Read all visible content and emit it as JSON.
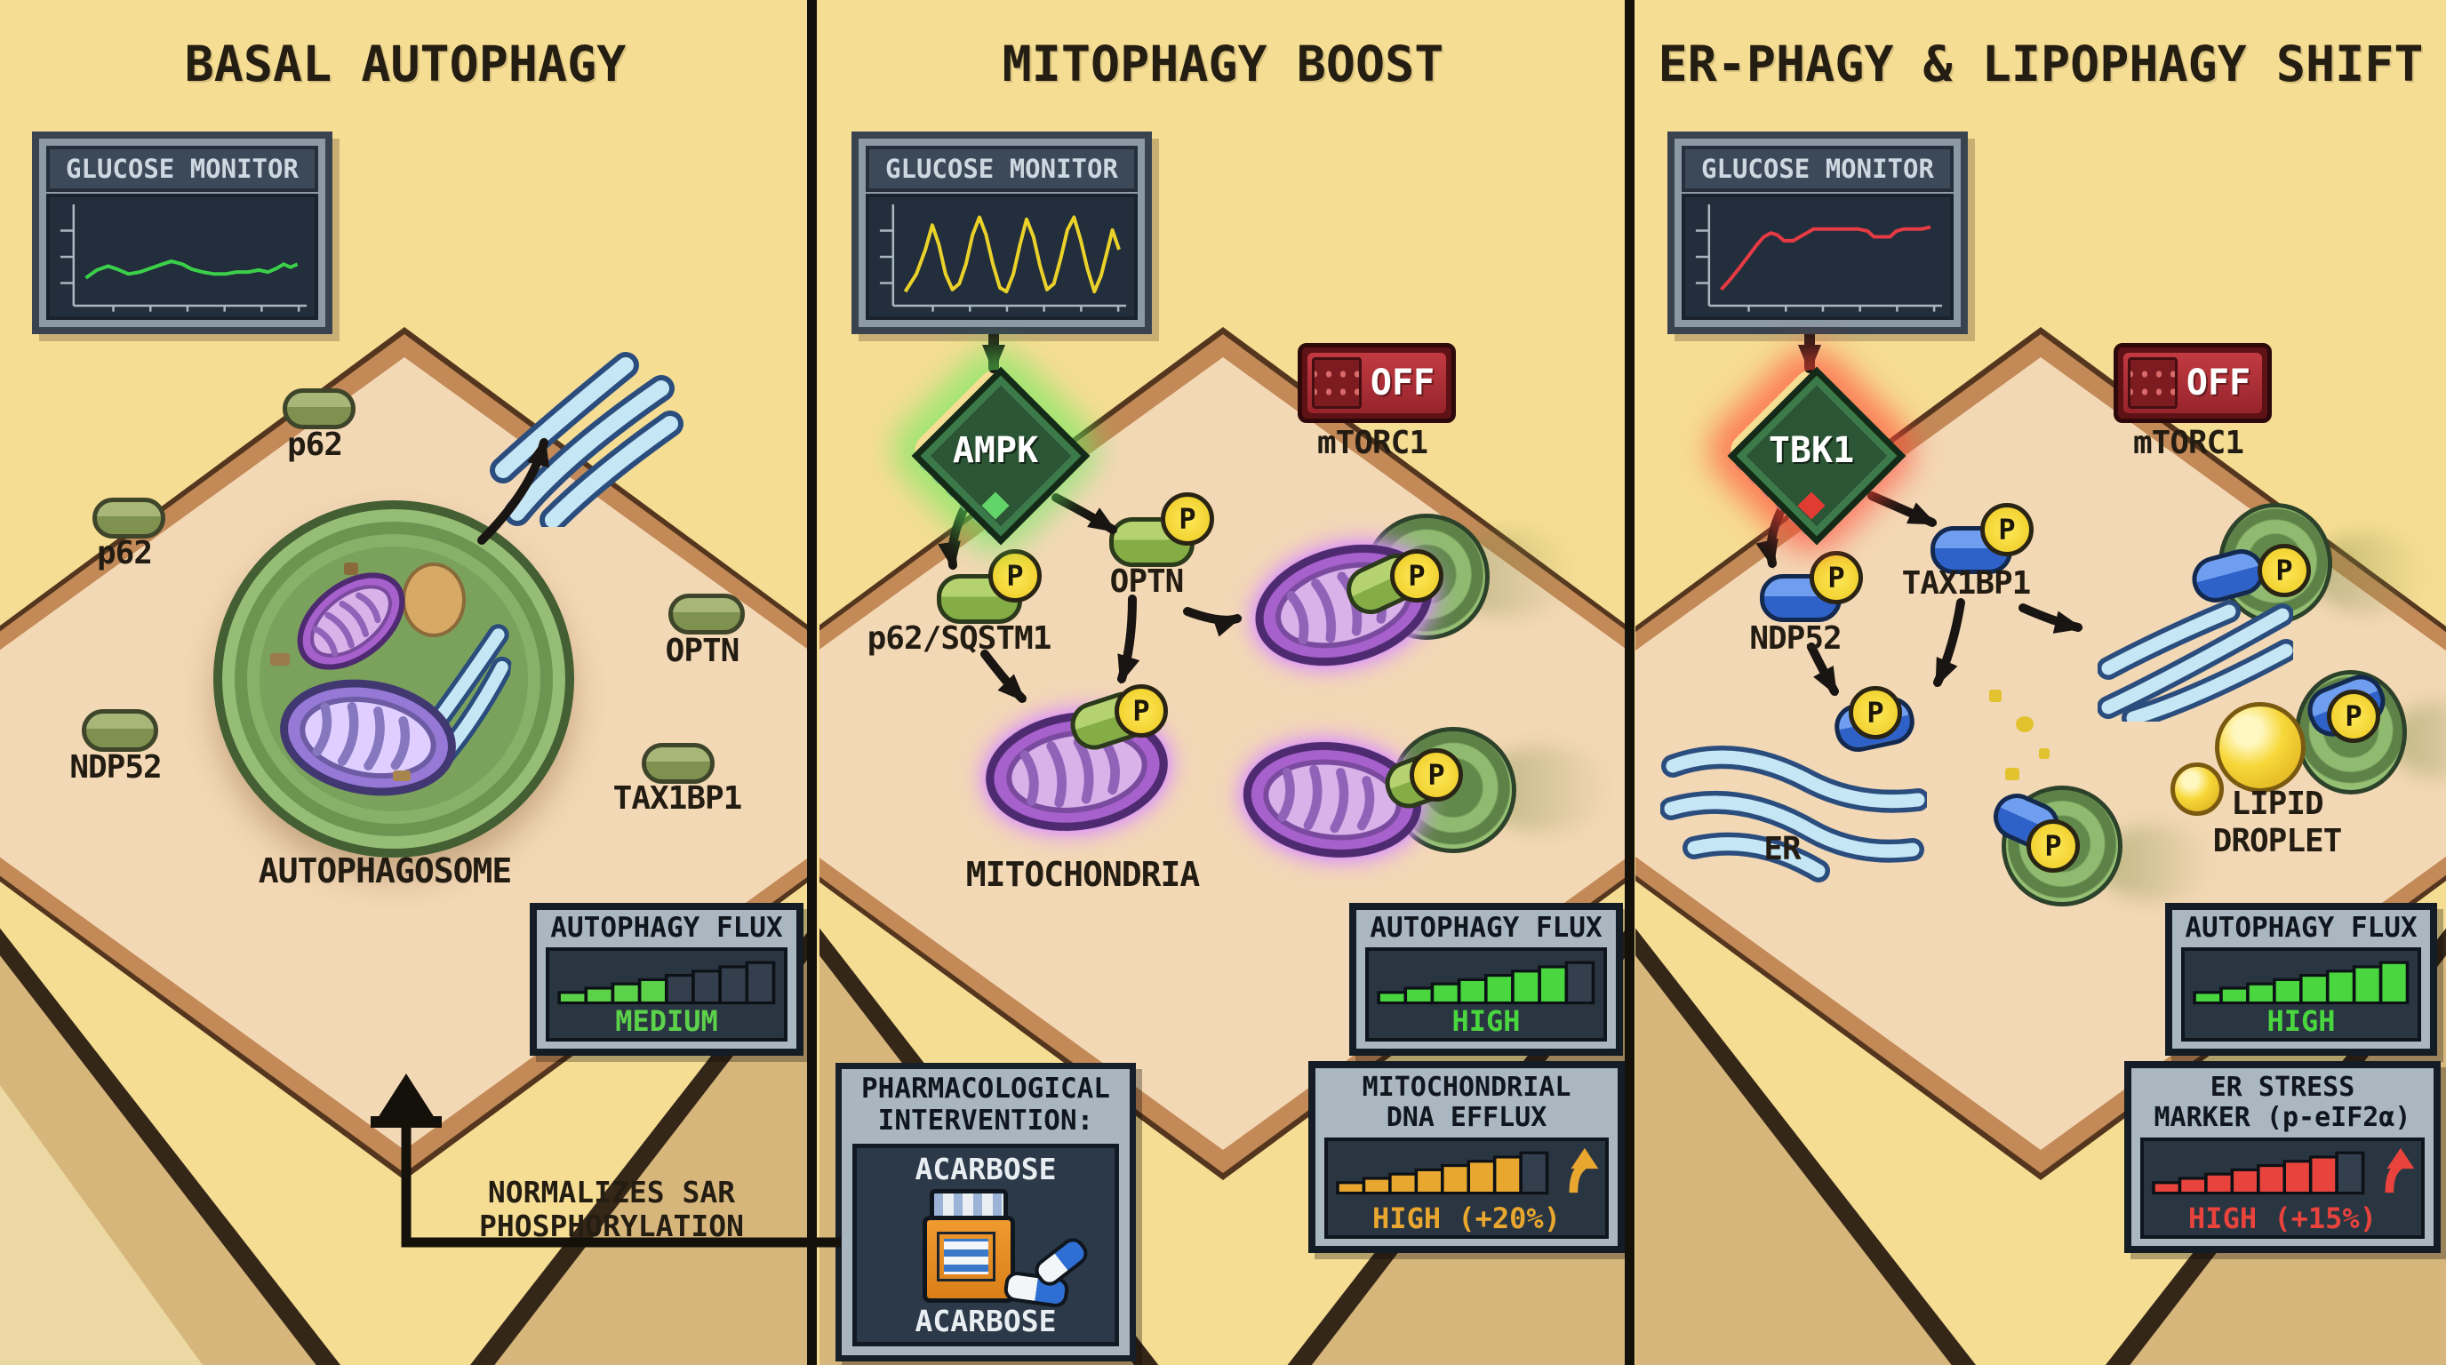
{
  "badge_p": "P",
  "note": {
    "line1": "NORMALIZES SAR",
    "line2": "PHOSPHORYLATION"
  },
  "pharma": {
    "header_line1": "PHARMACOLOGICAL",
    "header_line2": "INTERVENTION:",
    "drug_name_top": "ACARBOSE",
    "drug_name_bottom": "ACARBOSE"
  },
  "panels": [
    {
      "title": "BASAL AUTOPHAGY",
      "monitor": {
        "title": "GLUCOSE MONITOR",
        "line_color": "#3bd04a",
        "points": [
          [
            3,
            74
          ],
          [
            8,
            66
          ],
          [
            13,
            62
          ],
          [
            17,
            65
          ],
          [
            22,
            70
          ],
          [
            27,
            68
          ],
          [
            32,
            64
          ],
          [
            37,
            60
          ],
          [
            41,
            57
          ],
          [
            46,
            60
          ],
          [
            50,
            65
          ],
          [
            55,
            68
          ],
          [
            60,
            70
          ],
          [
            65,
            70
          ],
          [
            70,
            68
          ],
          [
            75,
            68
          ],
          [
            80,
            66
          ],
          [
            84,
            68
          ],
          [
            88,
            64
          ],
          [
            91,
            60
          ],
          [
            94,
            63
          ],
          [
            97,
            60
          ]
        ]
      },
      "molecules": {
        "p62_top": "p62",
        "p62_left": "p62",
        "ndp52": "NDP52",
        "optn": "OPTN",
        "tax1bp1": "TAX1BP1"
      },
      "autophagosome_label": "AUTOPHAGOSOME",
      "flux": {
        "title": "AUTOPHAGY FLUX",
        "level": "MEDIUM",
        "fraction": 0.55,
        "color": "#5bd24a"
      }
    },
    {
      "title": "MITOPHAGY BOOST",
      "monitor": {
        "title": "GLUCOSE MONITOR",
        "line_color": "#ead22a",
        "points": [
          [
            3,
            88
          ],
          [
            8,
            70
          ],
          [
            12,
            45
          ],
          [
            15,
            20
          ],
          [
            18,
            40
          ],
          [
            21,
            70
          ],
          [
            24,
            86
          ],
          [
            27,
            80
          ],
          [
            30,
            60
          ],
          [
            33,
            30
          ],
          [
            36,
            12
          ],
          [
            39,
            30
          ],
          [
            42,
            60
          ],
          [
            45,
            84
          ],
          [
            48,
            88
          ],
          [
            51,
            70
          ],
          [
            54,
            40
          ],
          [
            57,
            14
          ],
          [
            60,
            32
          ],
          [
            63,
            62
          ],
          [
            66,
            86
          ],
          [
            69,
            80
          ],
          [
            72,
            55
          ],
          [
            75,
            25
          ],
          [
            78,
            12
          ],
          [
            81,
            35
          ],
          [
            84,
            65
          ],
          [
            87,
            88
          ],
          [
            90,
            72
          ],
          [
            93,
            45
          ],
          [
            95,
            25
          ],
          [
            98,
            45
          ]
        ]
      },
      "kinase": "AMPK",
      "mtorc1": {
        "label": "mTORC1",
        "state": "OFF"
      },
      "molecules": {
        "p62": "p62/SQSTM1",
        "optn": "OPTN"
      },
      "mitochondria_label": "MITOCHONDRIA",
      "flux": {
        "title": "AUTOPHAGY FLUX",
        "level": "HIGH",
        "fraction": 0.92,
        "color": "#49d63e"
      },
      "efflux": {
        "title_line1": "MITOCHONDRIAL",
        "title_line2": "DNA EFFLUX",
        "level": "HIGH (+20%)",
        "fraction": 0.84,
        "color": "#e9a72f"
      }
    },
    {
      "title": "ER-PHAGY & LIPOPHAGY SHIFT",
      "monitor": {
        "title": "GLUCOSE MONITOR",
        "line_color": "#e63a44",
        "points": [
          [
            3,
            86
          ],
          [
            7,
            76
          ],
          [
            11,
            64
          ],
          [
            15,
            52
          ],
          [
            19,
            40
          ],
          [
            22,
            32
          ],
          [
            25,
            28
          ],
          [
            28,
            30
          ],
          [
            31,
            36
          ],
          [
            35,
            36
          ],
          [
            38,
            32
          ],
          [
            41,
            28
          ],
          [
            44,
            24
          ],
          [
            48,
            24
          ],
          [
            52,
            24
          ],
          [
            56,
            24
          ],
          [
            60,
            24
          ],
          [
            64,
            24
          ],
          [
            68,
            26
          ],
          [
            71,
            32
          ],
          [
            74,
            32
          ],
          [
            78,
            32
          ],
          [
            81,
            26
          ],
          [
            84,
            24
          ],
          [
            88,
            24
          ],
          [
            92,
            24
          ],
          [
            96,
            22
          ]
        ]
      },
      "kinase": "TBK1",
      "mtorc1": {
        "label": "mTORC1",
        "state": "OFF"
      },
      "molecules": {
        "ndp52": "NDP52",
        "tax1bp1": "TAX1BP1"
      },
      "er_label": "ER",
      "lipid_label_line1": "LIPID",
      "lipid_label_line2": "DROPLET",
      "flux": {
        "title": "AUTOPHAGY FLUX",
        "level": "HIGH",
        "fraction": 0.97,
        "color": "#49d63e"
      },
      "stress": {
        "title_line1": "ER STRESS",
        "title_line2": "MARKER (p-eIF2α)",
        "level": "HIGH (+15%)",
        "fraction": 0.9,
        "color": "#e8433c"
      }
    }
  ]
}
